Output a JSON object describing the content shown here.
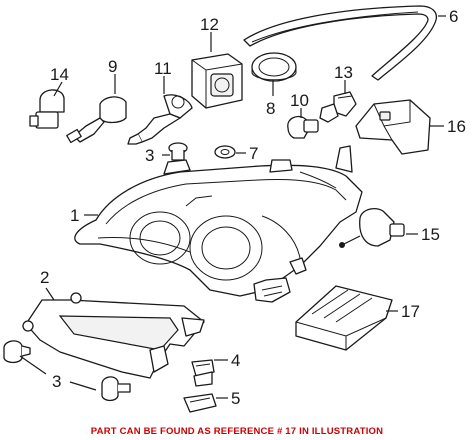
{
  "callouts": [
    {
      "id": "1",
      "label": "1"
    },
    {
      "id": "2",
      "label": "2"
    },
    {
      "id": "3a",
      "label": "3"
    },
    {
      "id": "3b",
      "label": "3"
    },
    {
      "id": "4",
      "label": "4"
    },
    {
      "id": "5",
      "label": "5"
    },
    {
      "id": "6",
      "label": "6"
    },
    {
      "id": "7",
      "label": "7"
    },
    {
      "id": "8",
      "label": "8"
    },
    {
      "id": "9",
      "label": "9"
    },
    {
      "id": "10",
      "label": "10"
    },
    {
      "id": "11",
      "label": "11"
    },
    {
      "id": "12",
      "label": "12"
    },
    {
      "id": "13",
      "label": "13"
    },
    {
      "id": "14",
      "label": "14"
    },
    {
      "id": "15",
      "label": "15"
    },
    {
      "id": "16",
      "label": "16"
    },
    {
      "id": "17",
      "label": "17"
    }
  ],
  "footer_note": "PART CAN BE FOUND AS REFERENCE # 17 IN ILLUSTRATION",
  "colors": {
    "footer": "#cc0000",
    "line": "#1a1a1a"
  }
}
